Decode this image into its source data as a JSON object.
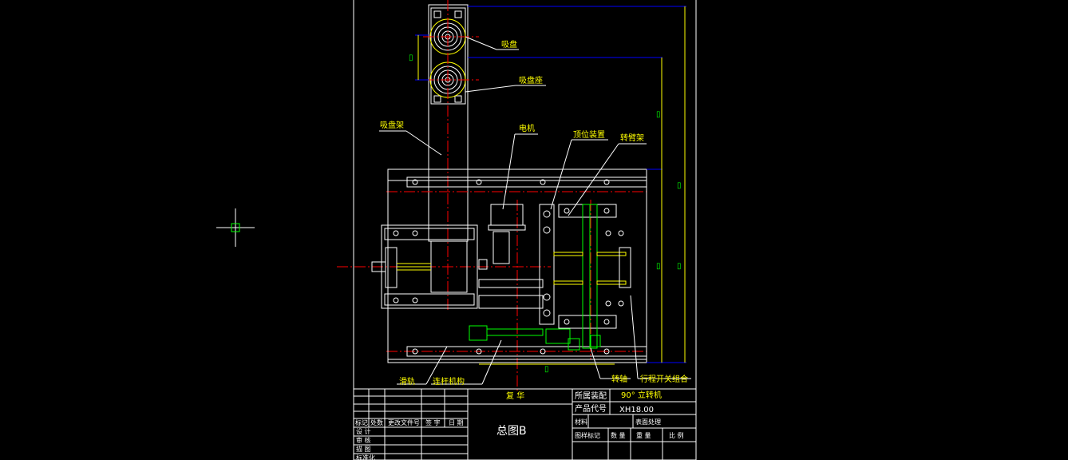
{
  "drawing": {
    "colors": {
      "background": "#000000",
      "frame": "#ffffff",
      "primary_lines": "#ffffff",
      "center_lines": "#ff0000",
      "leaders": "#ffff00",
      "dimensions": "#0000ff",
      "highlight": "#00ff00",
      "cursor": "#00ff00"
    },
    "callouts": {
      "suction_cup": "吸盘",
      "suction_cup_seat": "吸盘座",
      "suction_cup_frame": "吸盘架",
      "motor": "电机",
      "top_position_device": "顶位装置",
      "rotating_arm_frame": "转臂架",
      "slide_rail": "滑轨",
      "linkage_mechanism": "连杆机构",
      "rotating_shaft": "转轴",
      "travel_switch_assembly": "行程开关组合"
    },
    "dimension_marks": [
      "▯",
      "▯",
      "▯",
      "▯",
      "▯",
      "▯"
    ]
  },
  "title_block": {
    "assembly_label": "所属装配",
    "assembly_value": "90° 立转机",
    "product_code_label": "产品代号",
    "product_code_value": "XH18.00",
    "reviewer_mark": "复 华",
    "drawing_title": "总图B",
    "material_label": "材料",
    "surface_label": "表面处理",
    "drawing_mark_label": "图样标记",
    "quantity_label": "数 量",
    "weight_label": "重 量",
    "scale_label": "比 例",
    "revision_headers": [
      "标记",
      "处数",
      "更改文件号",
      "签 字",
      "日 期"
    ],
    "sign_rows": [
      "设 计",
      "审 核",
      "描 图",
      "标准化"
    ]
  }
}
